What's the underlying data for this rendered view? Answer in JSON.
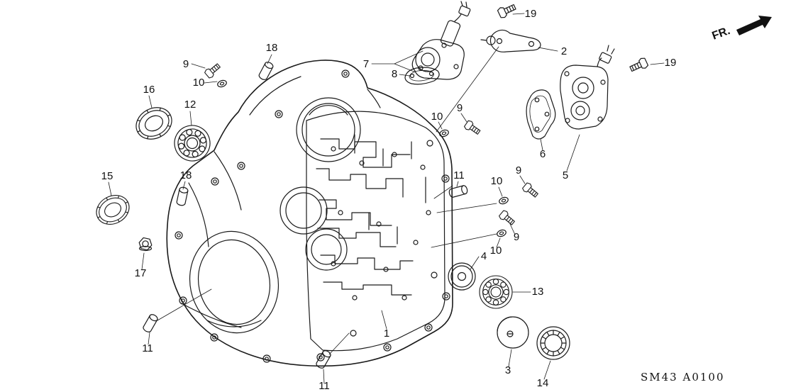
{
  "diagram": {
    "drawing_code": "SM43 A0100",
    "direction_label": "FR.",
    "callouts": [
      {
        "label": "9"
      },
      {
        "label": "10"
      },
      {
        "label": "18"
      },
      {
        "label": "16"
      },
      {
        "label": "12"
      },
      {
        "label": "15"
      },
      {
        "label": "18"
      },
      {
        "label": "17"
      },
      {
        "label": "11"
      },
      {
        "label": "11"
      },
      {
        "label": "1"
      },
      {
        "label": "7"
      },
      {
        "label": "8"
      },
      {
        "label": "19"
      },
      {
        "label": "2"
      },
      {
        "label": "19"
      },
      {
        "label": "5"
      },
      {
        "label": "6"
      },
      {
        "label": "9"
      },
      {
        "label": "10"
      },
      {
        "label": "11"
      },
      {
        "label": "9"
      },
      {
        "label": "10"
      },
      {
        "label": "9"
      },
      {
        "label": "10"
      },
      {
        "label": "4"
      },
      {
        "label": "13"
      },
      {
        "label": "3"
      },
      {
        "label": "14"
      }
    ]
  }
}
